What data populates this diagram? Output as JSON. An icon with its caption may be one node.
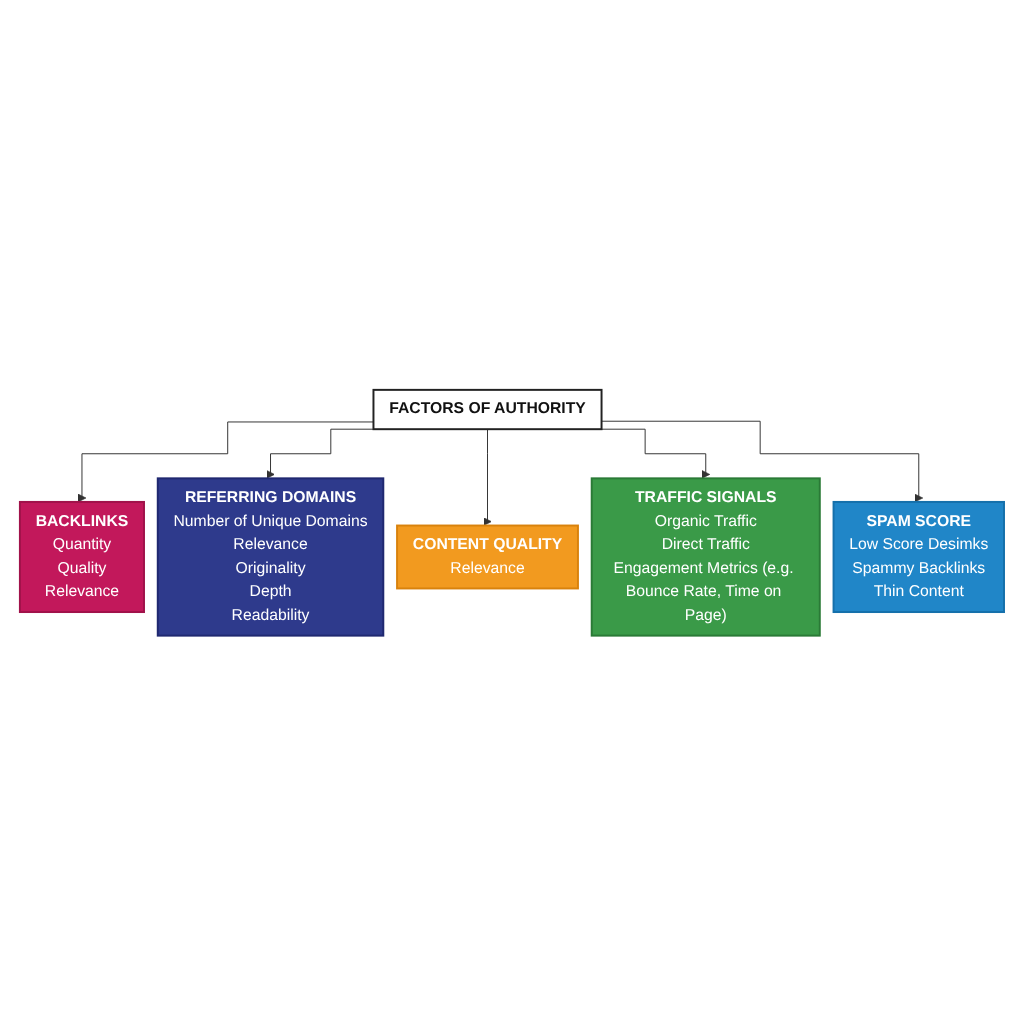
{
  "diagram": {
    "nodes": [
      {
        "text": [
          "FACTORS OF AUTHORITY"
        ]
      },
      {
        "text": [
          "BACKLINKS",
          "Quantity",
          "Quality",
          "Relevance"
        ]
      },
      {
        "text": [
          "REFERRING DOMAINS",
          "Number of Unique Domains",
          "Relevance",
          "Originality",
          "Depth",
          "Readability"
        ]
      },
      {
        "text": [
          "CONTENT QUALITY",
          "Relevance"
        ]
      },
      {
        "text": [
          "TRAFFIC SIGNALS",
          "Organic Traffic",
          "Direct Traffic",
          "Engagement Metrics (e.g. Bounce Rate, Time on Page)"
        ]
      },
      {
        "text": [
          "SPAM SCORE",
          "Low Score Desimks",
          "Spammy Backlinks",
          "Thin Content"
        ]
      }
    ],
    "edges": [
      {
        "from": 0,
        "to": 1,
        "arrow": "to"
      },
      {
        "from": 0,
        "to": 2,
        "arrow": "to"
      },
      {
        "from": 0,
        "to": 3,
        "arrow": "to"
      },
      {
        "from": 0,
        "to": 4,
        "arrow": "to"
      },
      {
        "from": 0,
        "to": 5,
        "arrow": "to"
      }
    ]
  }
}
